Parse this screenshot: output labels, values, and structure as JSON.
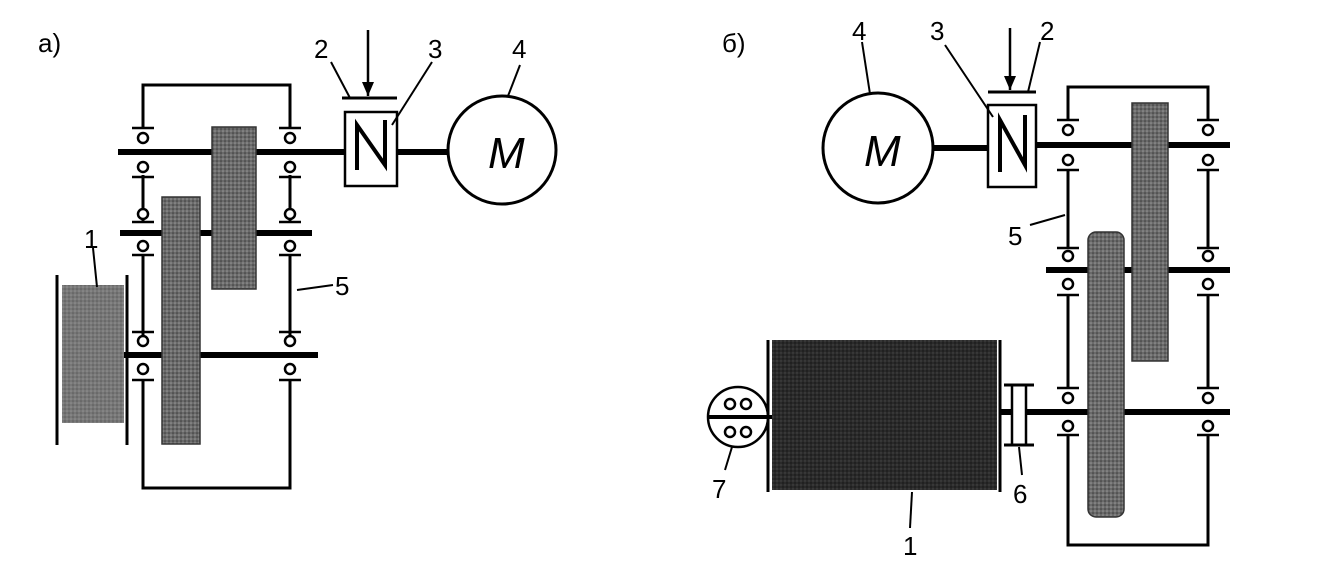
{
  "diagram_a": {
    "panel_label": "а)",
    "labels": {
      "drum": "1",
      "brake_lever": "2",
      "brake": "3",
      "motor_num": "4",
      "frame": "5"
    },
    "motor_symbol": "M"
  },
  "diagram_b": {
    "panel_label": "б)",
    "labels": {
      "drum": "1",
      "brake_lever": "2",
      "brake": "3",
      "motor_num": "4",
      "frame": "5",
      "coupling": "6",
      "sheave": "7"
    },
    "motor_symbol": "M"
  },
  "colors": {
    "line": "#000000",
    "gear_fill": "#5a5a5a",
    "drum_fill": "#2a2a2a",
    "drum_a_fill": "#7a7a7a"
  }
}
